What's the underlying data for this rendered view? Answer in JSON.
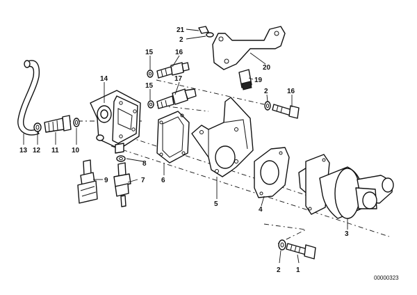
{
  "diagram": {
    "callouts": {
      "n1": "1",
      "n2a": "2",
      "n2b": "2",
      "n2c": "2",
      "n3": "3",
      "n4": "4",
      "n5": "5",
      "n6": "6",
      "n7": "7",
      "n8": "8",
      "n9": "9",
      "n10": "10",
      "n11": "11",
      "n12": "12",
      "n13": "13",
      "n14": "14",
      "n15a": "15",
      "n15b": "15",
      "n16a": "16",
      "n16b": "16",
      "n17": "17",
      "n19": "19",
      "n20": "20",
      "n21": "21"
    },
    "drawing_number": "00000323"
  }
}
